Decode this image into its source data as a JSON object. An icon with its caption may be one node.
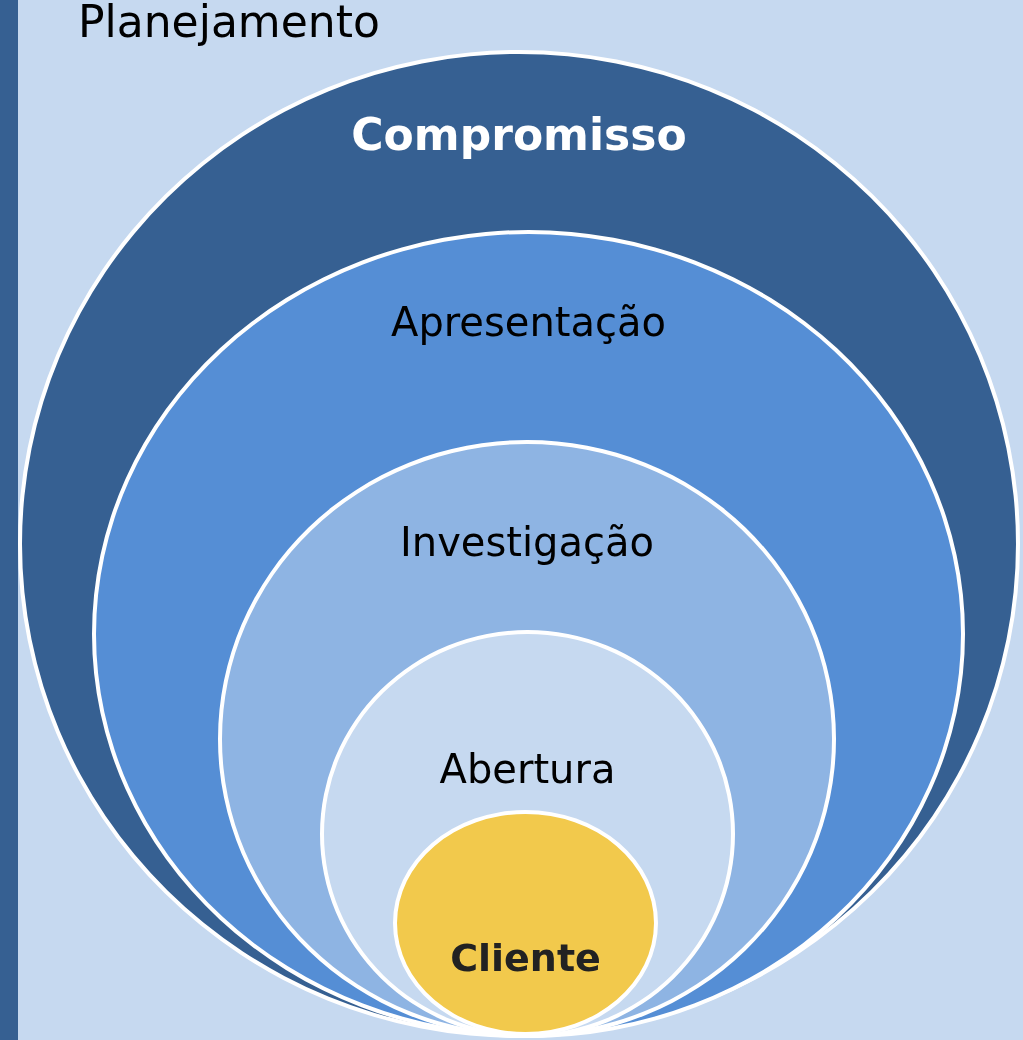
{
  "diagram": {
    "nodes": [
      {
        "text": [
          "Planejamento"
        ]
      },
      {
        "text": [
          "Compromisso"
        ],
        "in": 0
      },
      {
        "text": [
          "Apresentação"
        ],
        "in": 1
      },
      {
        "text": [
          "Investigação"
        ],
        "in": 2
      },
      {
        "text": [
          "Abertura"
        ],
        "in": 3
      },
      {
        "text": [
          "Cliente"
        ],
        "in": 4
      }
    ]
  }
}
